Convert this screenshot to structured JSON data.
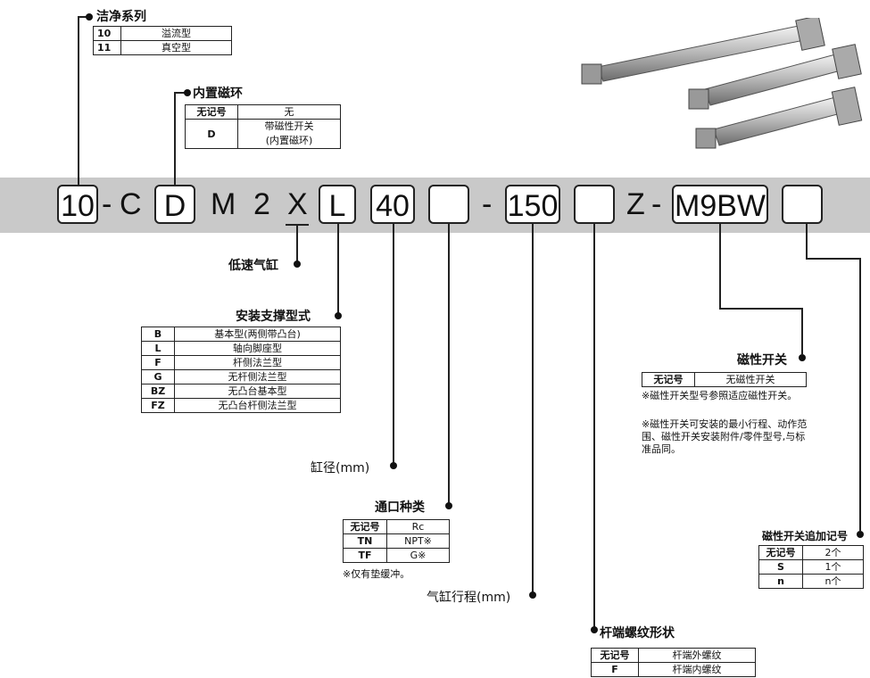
{
  "code_parts": {
    "p1": "10",
    "dash1": "-",
    "c": "C",
    "d": "D",
    "m": "M",
    "two": "2",
    "x": "X",
    "l": "L",
    "bore": "40",
    "empty1": "",
    "dash2": "-",
    "stroke": "150",
    "empty2": "",
    "z": "Z",
    "dash3": "-",
    "sw": "M9BW",
    "empty3": ""
  },
  "clean_series": {
    "title": "洁净系列",
    "rows": [
      [
        "10",
        "溢流型"
      ],
      [
        "11",
        "真空型"
      ]
    ]
  },
  "built_in_magnet": {
    "title": "内置磁环",
    "rows": [
      [
        "无记号",
        "无"
      ],
      [
        "D",
        "带磁性开关"
      ]
    ],
    "d_extra": "(内置磁环)"
  },
  "low_speed": {
    "title": "低速气缸"
  },
  "mounting": {
    "title": "安装支撑型式",
    "rows": [
      [
        "B",
        "基本型(两侧带凸台)"
      ],
      [
        "L",
        "轴向脚座型"
      ],
      [
        "F",
        "杆侧法兰型"
      ],
      [
        "G",
        "无杆侧法兰型"
      ],
      [
        "BZ",
        "无凸台基本型"
      ],
      [
        "FZ",
        "无凸台杆侧法兰型"
      ]
    ]
  },
  "bore": {
    "title": "缸径(mm)"
  },
  "port": {
    "title": "通口种类",
    "rows": [
      [
        "无记号",
        "Rc"
      ],
      [
        "TN",
        "NPT※"
      ],
      [
        "TF",
        "G※"
      ]
    ],
    "note": "※仅有垫缓冲。"
  },
  "stroke": {
    "title": "气缸行程(mm)"
  },
  "rod_thread": {
    "title": "杆端螺纹形状",
    "rows": [
      [
        "无记号",
        "杆端外螺纹"
      ],
      [
        "F",
        "杆端内螺纹"
      ]
    ]
  },
  "auto_switch": {
    "title": "磁性开关",
    "rows": [
      [
        "无记号",
        "无磁性开关"
      ]
    ],
    "note1": "※磁性开关型号参照适应磁性开关。",
    "note2": "※磁性开关可安装的最小行程、动作范围、磁性开关安装附件/零件型号,与标准品同。"
  },
  "switch_qty": {
    "title": "磁性开关追加记号",
    "rows": [
      [
        "无记号",
        "2个"
      ],
      [
        "S",
        "1个"
      ],
      [
        "n",
        "n个"
      ]
    ]
  }
}
